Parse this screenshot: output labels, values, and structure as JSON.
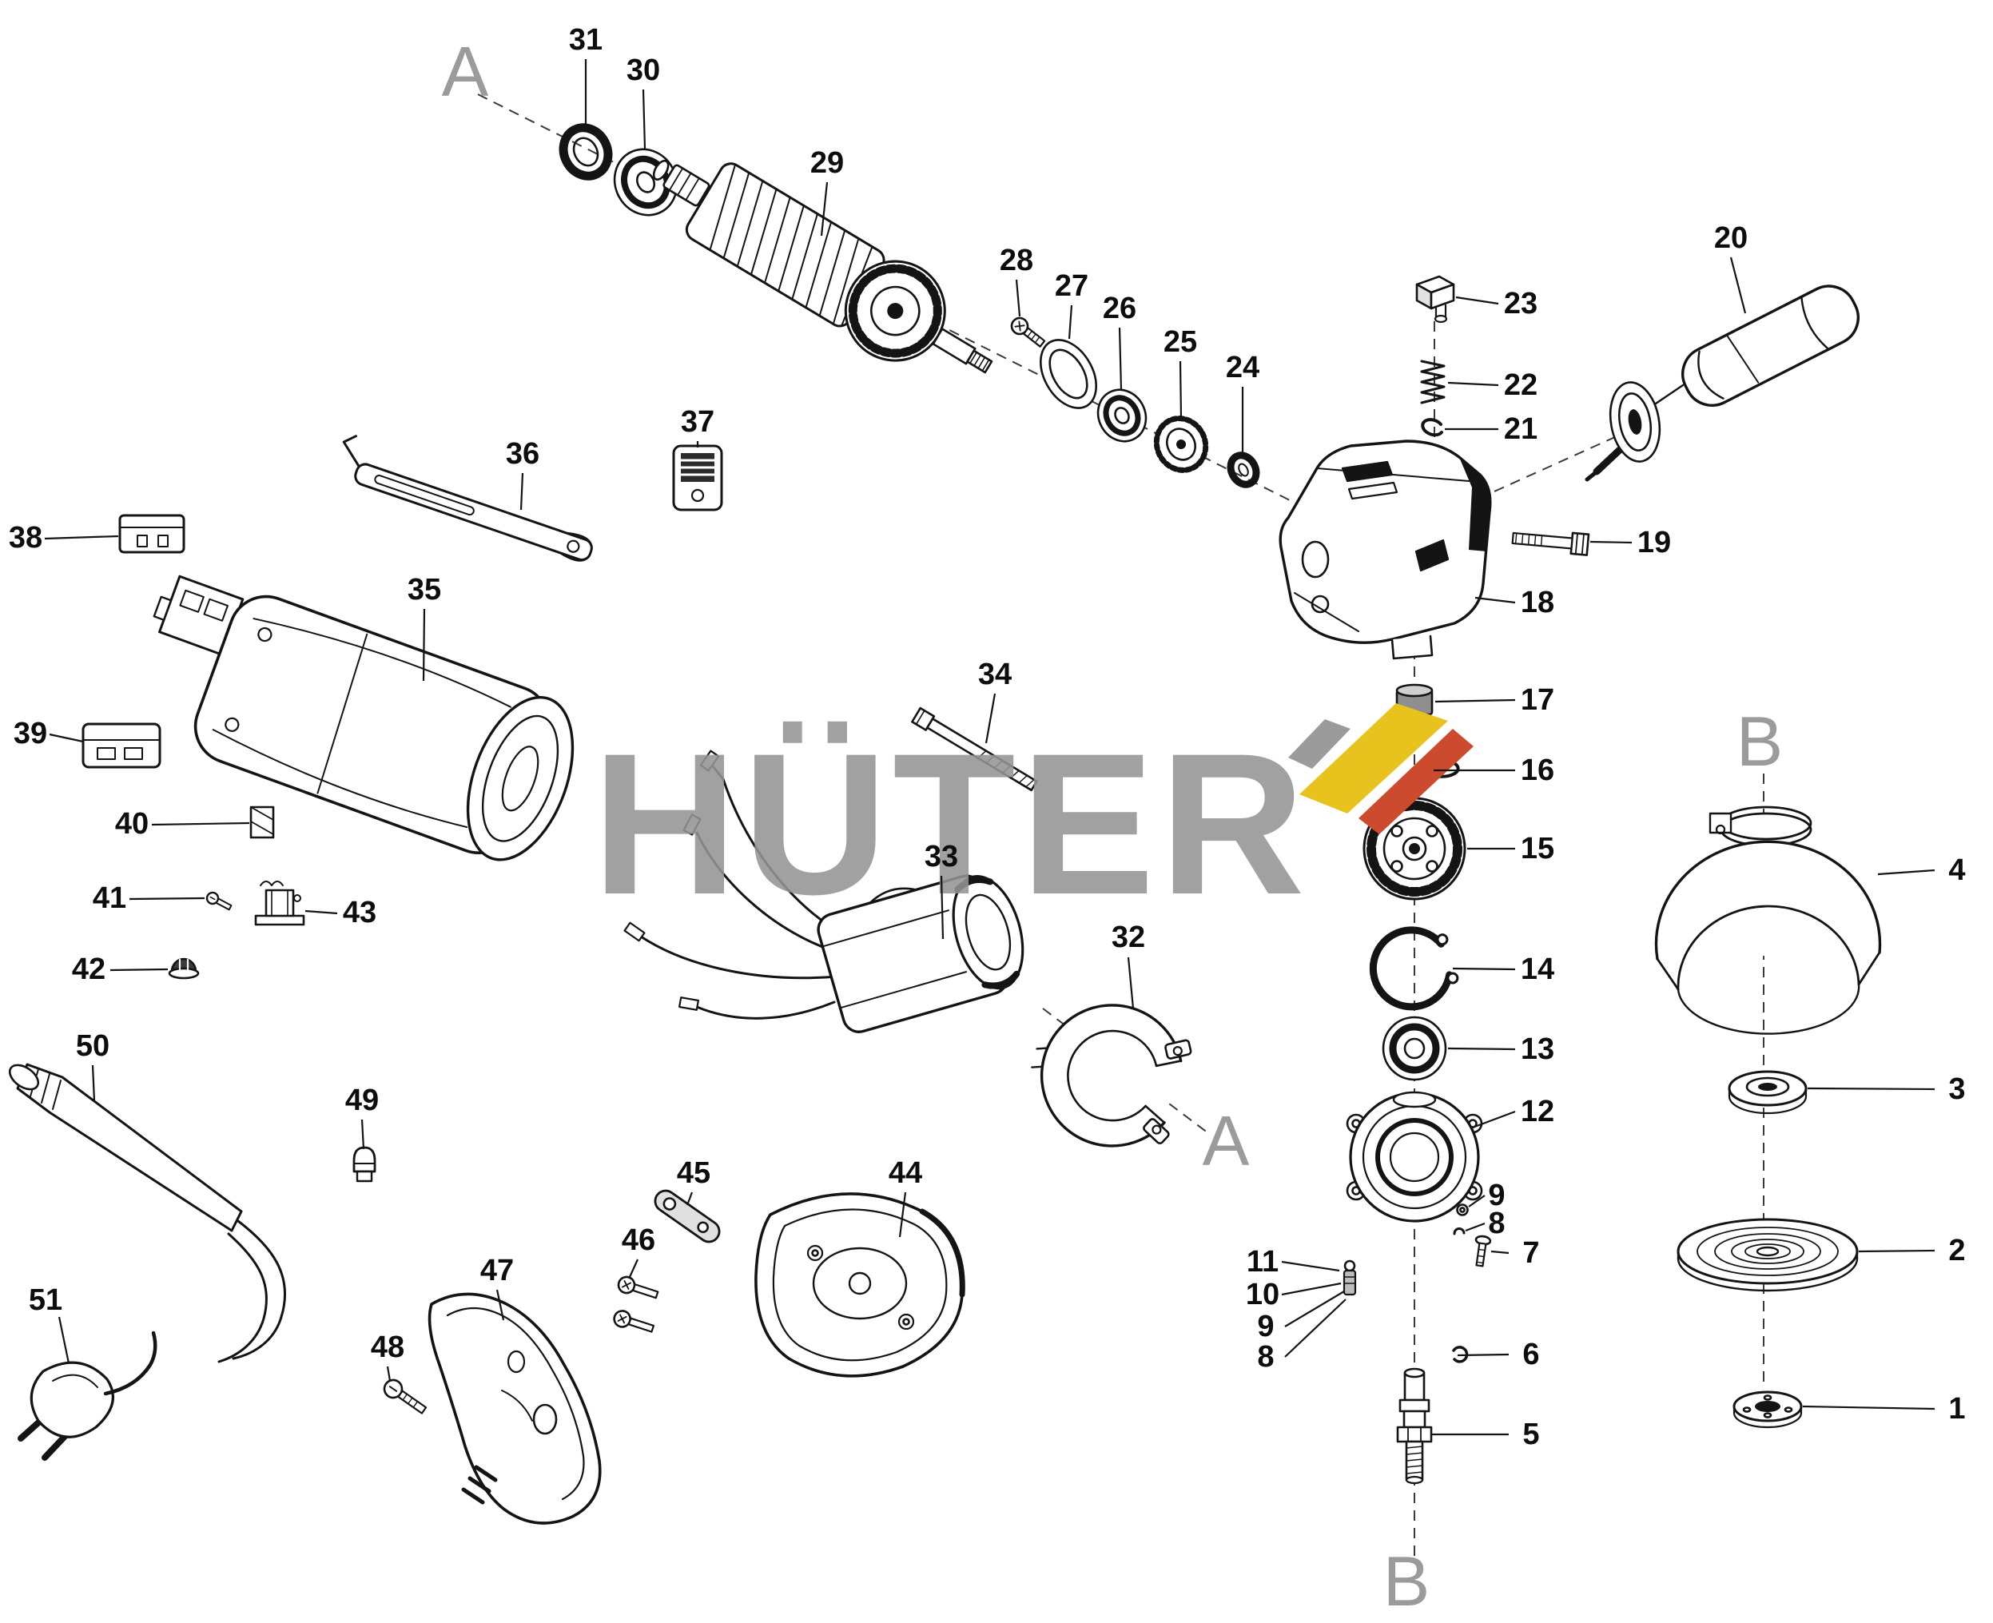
{
  "diagram": {
    "kind": "exploded-parts-diagram",
    "line_color": "#141414",
    "background": "#ffffff"
  },
  "watermark": {
    "text": "HÜTER",
    "color_gray": "#949494",
    "flag_gray": "#9b9b9b",
    "flag_yellow": "#e9c31d",
    "flag_red": "#cc4a2e"
  },
  "labels": [
    {
      "id": "marker-a-top",
      "text": "A"
    },
    {
      "id": "31",
      "text": "31"
    },
    {
      "id": "30",
      "text": "30"
    },
    {
      "id": "29",
      "text": "29"
    },
    {
      "id": "28",
      "text": "28"
    },
    {
      "id": "27",
      "text": "27"
    },
    {
      "id": "26",
      "text": "26"
    },
    {
      "id": "25",
      "text": "25"
    },
    {
      "id": "24",
      "text": "24"
    },
    {
      "id": "23",
      "text": "23"
    },
    {
      "id": "22",
      "text": "22"
    },
    {
      "id": "21",
      "text": "21"
    },
    {
      "id": "20",
      "text": "20"
    },
    {
      "id": "19",
      "text": "19"
    },
    {
      "id": "18",
      "text": "18"
    },
    {
      "id": "17",
      "text": "17"
    },
    {
      "id": "16",
      "text": "16"
    },
    {
      "id": "15",
      "text": "15"
    },
    {
      "id": "14",
      "text": "14"
    },
    {
      "id": "13",
      "text": "13"
    },
    {
      "id": "12",
      "text": "12"
    },
    {
      "id": "9-right",
      "text": "9"
    },
    {
      "id": "8-right",
      "text": "8"
    },
    {
      "id": "7",
      "text": "7"
    },
    {
      "id": "11",
      "text": "11"
    },
    {
      "id": "10",
      "text": "10"
    },
    {
      "id": "9-left",
      "text": "9"
    },
    {
      "id": "8-left",
      "text": "8"
    },
    {
      "id": "6",
      "text": "6"
    },
    {
      "id": "5",
      "text": "5"
    },
    {
      "id": "marker-b-bottom",
      "text": "B"
    },
    {
      "id": "marker-b-right",
      "text": "B"
    },
    {
      "id": "4",
      "text": "4"
    },
    {
      "id": "3",
      "text": "3"
    },
    {
      "id": "2",
      "text": "2"
    },
    {
      "id": "1",
      "text": "1"
    },
    {
      "id": "marker-a-mid",
      "text": "A"
    },
    {
      "id": "32",
      "text": "32"
    },
    {
      "id": "33",
      "text": "33"
    },
    {
      "id": "34",
      "text": "34"
    },
    {
      "id": "35",
      "text": "35"
    },
    {
      "id": "36",
      "text": "36"
    },
    {
      "id": "37",
      "text": "37"
    },
    {
      "id": "38",
      "text": "38"
    },
    {
      "id": "39",
      "text": "39"
    },
    {
      "id": "40",
      "text": "40"
    },
    {
      "id": "41",
      "text": "41"
    },
    {
      "id": "42",
      "text": "42"
    },
    {
      "id": "43",
      "text": "43"
    },
    {
      "id": "50",
      "text": "50"
    },
    {
      "id": "49",
      "text": "49"
    },
    {
      "id": "51",
      "text": "51"
    },
    {
      "id": "45",
      "text": "45"
    },
    {
      "id": "46",
      "text": "46"
    },
    {
      "id": "44",
      "text": "44"
    },
    {
      "id": "47",
      "text": "47"
    },
    {
      "id": "48",
      "text": "48"
    }
  ]
}
